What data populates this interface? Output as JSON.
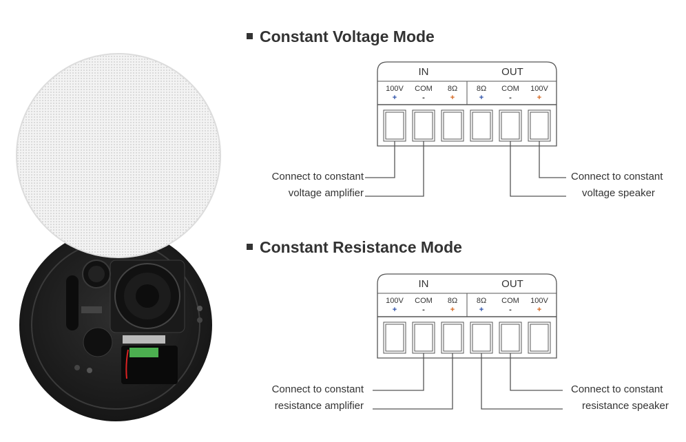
{
  "colors": {
    "text": "#333333",
    "plus_blue": "#2b4fa8",
    "plus_orange": "#d4641c",
    "grille": "#efefef",
    "speaker_body": "#1e1e1e"
  },
  "photo": {
    "name": "ceiling-speaker-photo"
  },
  "diagrams": [
    {
      "title": "Constant Voltage Mode",
      "in_label": "IN",
      "out_label": "OUT",
      "terminals": [
        {
          "label": "100V",
          "sign": "+",
          "sign_color": "#2b4fa8"
        },
        {
          "label": "COM",
          "sign": "-",
          "sign_color": "#333333"
        },
        {
          "label": "8Ω",
          "sign": "+",
          "sign_color": "#d4641c"
        },
        {
          "label": "8Ω",
          "sign": "+",
          "sign_color": "#2b4fa8"
        },
        {
          "label": "COM",
          "sign": "-",
          "sign_color": "#333333"
        },
        {
          "label": "100V",
          "sign": "+",
          "sign_color": "#d4641c"
        }
      ],
      "left_caption": [
        "Connect to constant",
        "voltage amplifier"
      ],
      "right_caption": [
        "Connect to constant",
        "voltage speaker"
      ],
      "left_terminals": [
        1,
        2
      ],
      "right_terminals": [
        6,
        5
      ]
    },
    {
      "title": "Constant Resistance Mode",
      "in_label": "IN",
      "out_label": "OUT",
      "terminals": [
        {
          "label": "100V",
          "sign": "+",
          "sign_color": "#2b4fa8"
        },
        {
          "label": "COM",
          "sign": "-",
          "sign_color": "#333333"
        },
        {
          "label": "8Ω",
          "sign": "+",
          "sign_color": "#d4641c"
        },
        {
          "label": "8Ω",
          "sign": "+",
          "sign_color": "#2b4fa8"
        },
        {
          "label": "COM",
          "sign": "-",
          "sign_color": "#333333"
        },
        {
          "label": "100V",
          "sign": "+",
          "sign_color": "#d4641c"
        }
      ],
      "left_caption": [
        "Connect to constant",
        "resistance amplifier"
      ],
      "right_caption": [
        "Connect to constant",
        "resistance speaker"
      ],
      "left_terminals": [
        2,
        3
      ],
      "right_terminals": [
        5,
        4
      ]
    }
  ]
}
